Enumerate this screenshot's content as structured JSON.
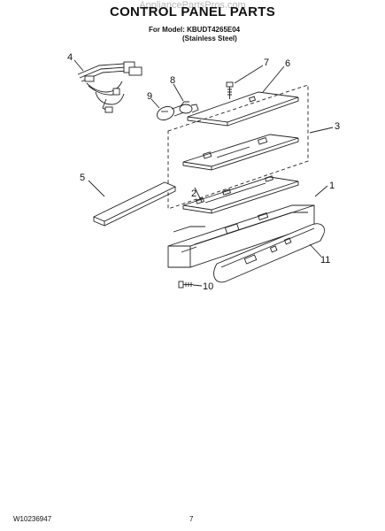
{
  "watermark": "AppliancePartsPros.com",
  "header": {
    "title": "CONTROL PANEL PARTS",
    "model_line": "For Model: KBUDT4265E04",
    "finish_line": "(Stainless Steel)"
  },
  "callouts": {
    "c1": "1",
    "c2": "2",
    "c3": "3",
    "c4": "4",
    "c5": "5",
    "c6": "6",
    "c7": "7",
    "c8": "8",
    "c9": "9",
    "c10": "10",
    "c11": "11"
  },
  "footer": {
    "doc_number": "W10236947",
    "page_number": "7"
  }
}
